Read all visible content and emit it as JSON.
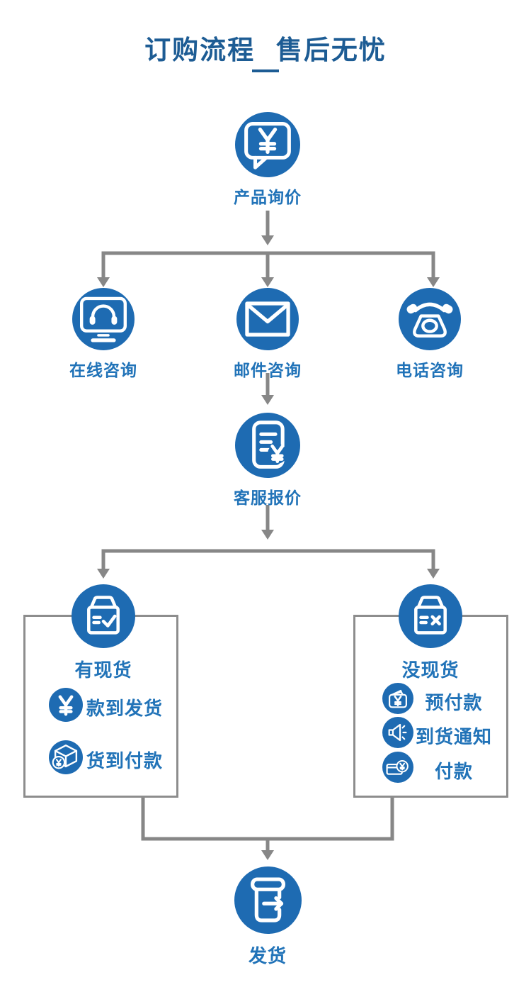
{
  "header": {
    "title": "订购流程  售后无忧"
  },
  "flow": {
    "inquiry": {
      "label": "产品询价",
      "icon": "chat-bubble-yen"
    },
    "channels": [
      {
        "label": "在线咨询",
        "icon": "online-service"
      },
      {
        "label": "邮件咨询",
        "icon": "email-envelope"
      },
      {
        "label": "电话咨询",
        "icon": "telephone"
      }
    ],
    "quote": {
      "label": "客服报价",
      "icon": "quotation-document"
    },
    "in_stock": {
      "label": "有现货",
      "icon": "box-check",
      "items": [
        {
          "label": "款到发货",
          "icon": "yen-coin"
        },
        {
          "label": "货到付款",
          "icon": "package-coin"
        }
      ]
    },
    "no_stock": {
      "label": "没现货",
      "icon": "box-x",
      "items": [
        {
          "label": "预付款",
          "icon": "wallet-yen"
        },
        {
          "label": "到货通知",
          "icon": "loudspeaker"
        },
        {
          "label": "付款",
          "icon": "card-coin"
        }
      ]
    },
    "ship": {
      "label": "发货",
      "icon": "shipping-box"
    }
  },
  "colors": {
    "node-blue": "#1e6bb2",
    "label-blue": "#2173b8",
    "title-blue": "#1d5c94",
    "connector-gray": "#878787",
    "panel-border-gray": "#8d8d8d"
  }
}
